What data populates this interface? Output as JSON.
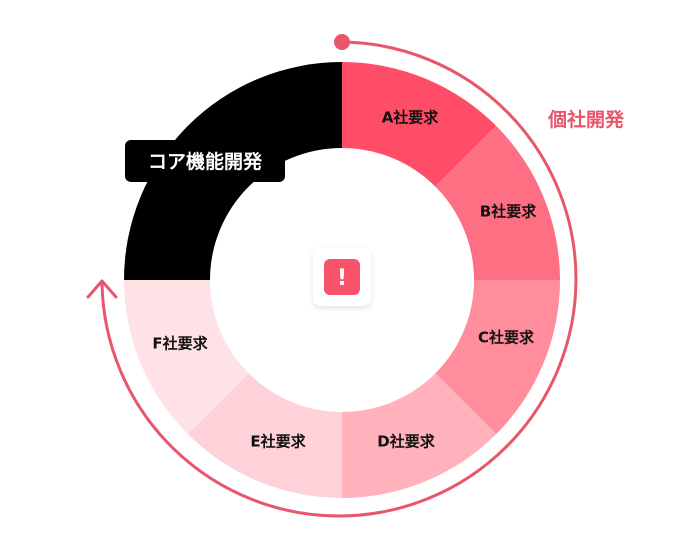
{
  "core": {
    "label": "コア機能開発",
    "color": "#000000",
    "text_color": "#ffffff"
  },
  "cycle": {
    "label": "個社開発",
    "color": "#e8566b"
  },
  "segments": [
    {
      "label": "A社要求",
      "color": "#ff4d67",
      "text_color": "#111111"
    },
    {
      "label": "B社要求",
      "color": "#ff6f83",
      "text_color": "#111111"
    },
    {
      "label": "C社要求",
      "color": "#ff8d9c",
      "text_color": "#111111"
    },
    {
      "label": "D社要求",
      "color": "#ffb1bc",
      "text_color": "#111111"
    },
    {
      "label": "E社要求",
      "color": "#ffd1d8",
      "text_color": "#111111"
    },
    {
      "label": "F社要求",
      "color": "#ffe2e6",
      "text_color": "#111111"
    }
  ],
  "center": {
    "icon": "exclamation-icon",
    "glyph": "!",
    "color": "#f7536a"
  }
}
